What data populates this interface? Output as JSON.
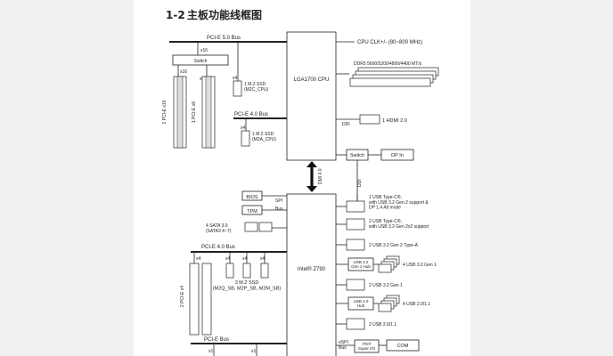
{
  "section": {
    "number": "1-2",
    "title": "主板功能线框图"
  },
  "cpu": {
    "label": "LGA1700 CPU"
  },
  "chipset": {
    "label": "Intel® Z790"
  },
  "cpu_side": {
    "pcie5_bus": "PCI-E 5.0 Bus",
    "switch": "Switch",
    "x16_top": "x16",
    "x16_left": "x16",
    "x8": "x8",
    "x4_top": "x4",
    "slot_x16": "1 PCI-E x16",
    "slot_x8": "1 PCI-E x8",
    "m2_cpu": "1 M.2 SSD\n(M2C_CPU)",
    "pcie4_bus": "PCI-E 4.0 Bus",
    "x4_mid": "x4",
    "m2_cpu_a": "1 M.2 SSD\n(M2A_CPU)",
    "clock": "CPU CLK+/- (80~800 MHz)",
    "ddr5": "DDR5 5600/5200/4800/4400 MT/s",
    "ddi_1": "DDI",
    "hdmi": "1 HDMI 2.0",
    "switch2": "Switch",
    "dp_in": "DP In",
    "ddi_2": "DDI",
    "dmi": "DMI 4.0"
  },
  "chipset_side": {
    "bios": "BIOS",
    "tpm": "TPM",
    "spi": "SPI",
    "bus": "Bus",
    "sata": "4 SATA 3.0\n(SATA3 4~7)",
    "pcie4_bus": "PCI-E 4.0 Bus",
    "x4_a": "x4",
    "x4_b": "x4",
    "x4_c": "x4",
    "x4_d": "x4",
    "slot_x4": "2 PCI-E x4",
    "m2_sb": "3 M.2 SSD\n(M2Q_SB, M2P_SB, M2M_SB)",
    "pcie_bus": "PCI-E Bus",
    "x1_a": "x1",
    "x1_b": "x1",
    "usb_c1": "1 USB Type-C®,\nwith USB 3.2 Gen 2 support &\nDP 1.4 Alt mode",
    "usb_c2": "2 USB Type-C®,\nwith USB 3.2 Gen 2x2 support",
    "usb_g2a": "2 USB 3.2 Gen 2 Type-A",
    "usb_hub1": "USB 3.2\nGen 1 Hub",
    "usb_g1a": "4 USB 3.2 Gen 1",
    "usb_g1b": "2 USB 3.2 Gen 1",
    "usb_hub2": "USB 2.0\nHub",
    "usb_20a": "4 USB 2.0/1.1",
    "usb_20b": "2 USB 2.0/1.1",
    "espi": "eSPI\nBus",
    "superio": "iTE®\nSuper I/O",
    "com": "COM"
  }
}
